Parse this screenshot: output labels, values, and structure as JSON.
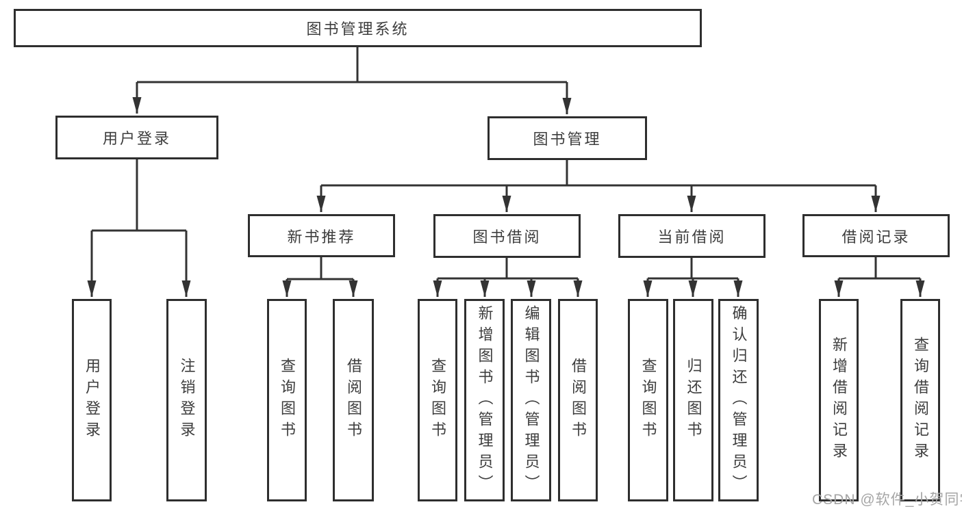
{
  "diagram": {
    "root": {
      "label": "图书管理系统"
    },
    "user_login": {
      "label": "用户登录",
      "children": [
        "用户登录",
        "注销登录"
      ]
    },
    "book_mgmt": {
      "label": "图书管理"
    },
    "new_book": {
      "label": "新书推荐",
      "children": [
        "查询图书",
        "借阅图书"
      ]
    },
    "book_borrow": {
      "label": "图书借阅",
      "children": [
        "查询图书",
        "新增图书（管理员）",
        "编辑图书（管理员）",
        "借阅图书"
      ]
    },
    "current_borrow": {
      "label": "当前借阅",
      "children": [
        "查询图书",
        "归还图书",
        "确认归还（管理员）"
      ]
    },
    "borrow_record": {
      "label": "借阅记录",
      "children": [
        "新增借阅记录",
        "查询借阅记录"
      ]
    },
    "watermark": {
      "text": "CSDN @软件_小贺同学",
      "color": "#a5a5a5"
    },
    "colors": {
      "line": "#333333",
      "box_border": "#2e2e2e",
      "text": "#3d3d3d",
      "background": "#ffffff"
    }
  }
}
